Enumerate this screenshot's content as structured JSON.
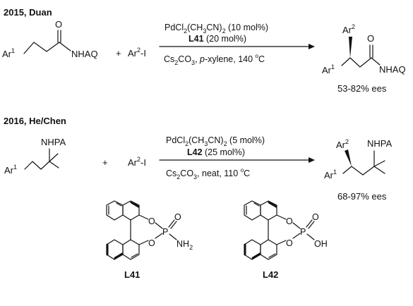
{
  "reaction_2015": {
    "heading": "2015, Duan",
    "substrate_aryl": "Ar",
    "substrate_aryl_sup": "1",
    "substrate_o": "O",
    "substrate_amide": "NHAQ",
    "reagent_plus": "+",
    "reagent_aryl": "Ar",
    "reagent_aryl_sup": "2",
    "reagent_suffix": "-I",
    "catalyst_line": [
      "PdCl",
      "2",
      "(CH",
      "3",
      "CN)",
      "2",
      " (10 mol%)"
    ],
    "ligand": "L41",
    "ligand_loading": " (20 mol%)",
    "conditions_line": [
      "Cs",
      "2",
      "CO",
      "3",
      ", ",
      "p",
      "-xylene, 140 ",
      "o",
      "C"
    ],
    "product_aryl2": "Ar",
    "product_aryl2_sup": "2",
    "product_aryl1": "Ar",
    "product_aryl1_sup": "1",
    "product_o": "O",
    "product_amide": "NHAQ",
    "ee": "53-82% ees"
  },
  "reaction_2016": {
    "heading": "2016, He/Chen",
    "substrate_amine": "NHPA",
    "substrate_aryl": "Ar",
    "substrate_aryl_sup": "1",
    "reagent_plus": "+",
    "reagent_aryl": "Ar",
    "reagent_aryl_sup": "2",
    "reagent_suffix": "-I",
    "catalyst_line": [
      "PdCl",
      "2",
      "(CH",
      "3",
      "CN)",
      "2",
      " (5 mol%)"
    ],
    "ligand": "L42",
    "ligand_loading": " (25 mol%)",
    "conditions_line": [
      "Cs",
      "2",
      "CO",
      "3",
      ", neat, 110 ",
      "o",
      "C"
    ],
    "product_aryl2": "Ar",
    "product_aryl2_sup": "2",
    "product_amine": "NHPA",
    "product_aryl1": "Ar",
    "product_aryl1_sup": "1",
    "ee": "68-97% ees"
  },
  "ligands": {
    "L41": {
      "label": "L41",
      "o_top": "O",
      "o_bottom": "O",
      "p": "P",
      "o_double": "O",
      "substituent": "NH",
      "substituent_sub": "2"
    },
    "L42": {
      "label": "L42",
      "o_top": "O",
      "o_bottom": "O",
      "p": "P",
      "o_double": "O",
      "substituent": "OH"
    }
  }
}
